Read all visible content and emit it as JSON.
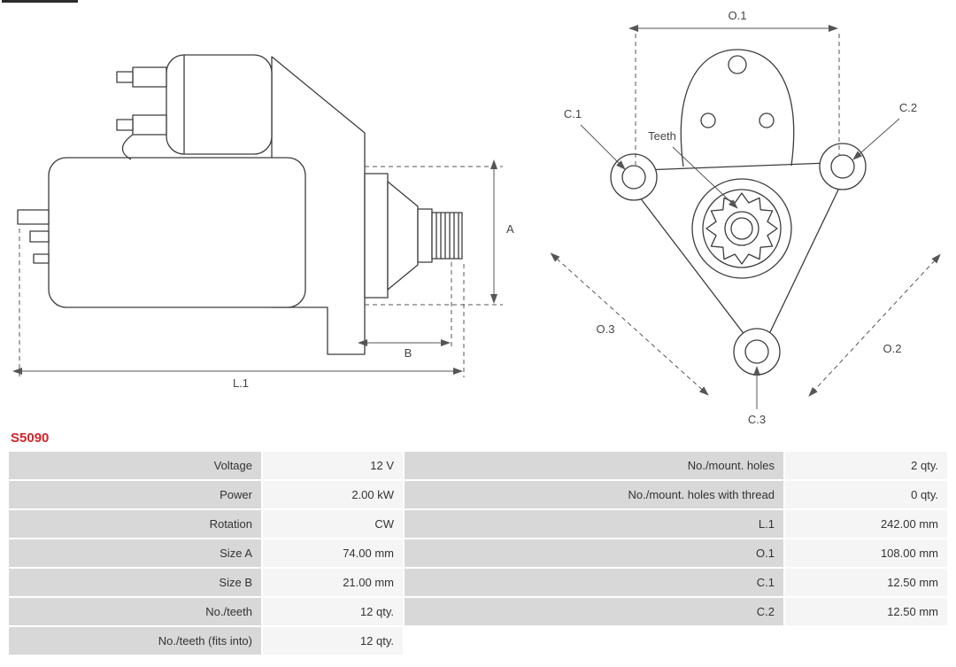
{
  "part_number": "S5090",
  "colors": {
    "part_number_red": "#d2232a",
    "label_cell_bg": "#d8d8d8",
    "value_cell_bg": "#f5f5f5",
    "line_color": "#3c3c3c",
    "dim_color": "#555555",
    "text_color": "#333333"
  },
  "drawing": {
    "side_view": {
      "a": "A",
      "b": "B",
      "l1": "L.1"
    },
    "front_view": {
      "o1": "O.1",
      "o2": "O.2",
      "o3": "O.3",
      "c1": "C.1",
      "c2": "C.2",
      "c3": "C.3",
      "teeth": "Teeth"
    }
  },
  "spec_table": {
    "rows": [
      {
        "l_label": "Voltage",
        "l_value": "12 V",
        "r_label": "No./mount. holes",
        "r_value": "2 qty."
      },
      {
        "l_label": "Power",
        "l_value": "2.00 kW",
        "r_label": "No./mount. holes with thread",
        "r_value": "0 qty."
      },
      {
        "l_label": "Rotation",
        "l_value": "CW",
        "r_label": "L.1",
        "r_value": "242.00 mm"
      },
      {
        "l_label": "Size A",
        "l_value": "74.00 mm",
        "r_label": "O.1",
        "r_value": "108.00 mm"
      },
      {
        "l_label": "Size B",
        "l_value": "21.00 mm",
        "r_label": "C.1",
        "r_value": "12.50 mm"
      },
      {
        "l_label": "No./teeth",
        "l_value": "12 qty.",
        "r_label": "C.2",
        "r_value": "12.50 mm"
      },
      {
        "l_label": "No./teeth (fits into)",
        "l_value": "12 qty.",
        "r_label": "",
        "r_value": ""
      }
    ]
  }
}
